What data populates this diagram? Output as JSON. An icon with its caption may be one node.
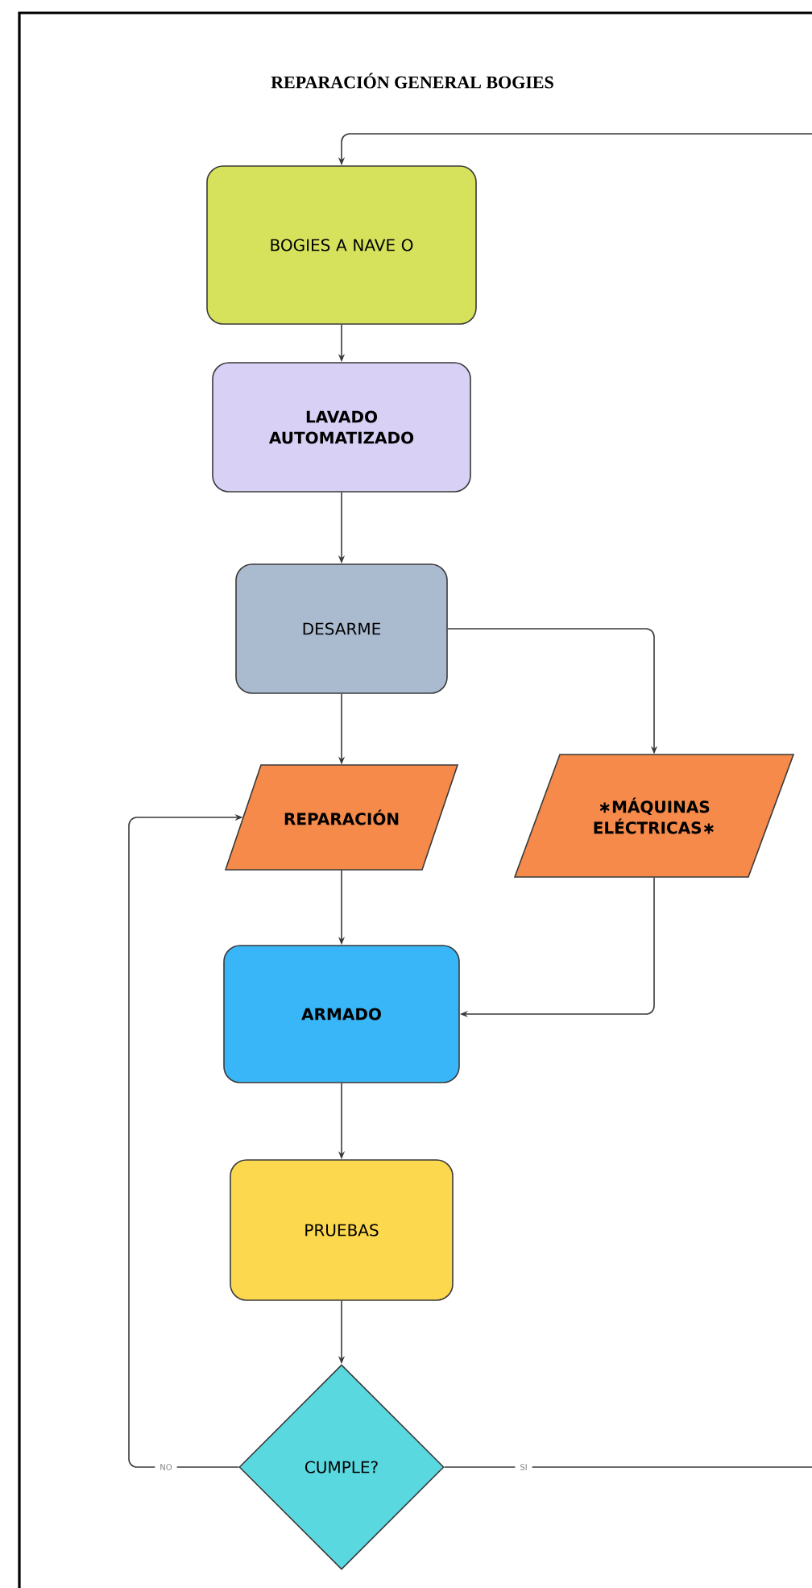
{
  "diagram": {
    "title": "REPARACIÓN GENERAL BOGIES",
    "nodes": [
      {
        "text": [
          "BOGIES A NAVE O"
        ]
      },
      {
        "text": [
          "LAVADO AUTOMATIZADO"
        ]
      },
      {
        "text": [
          "DESARME"
        ]
      },
      {
        "text": [
          "REPARACIÓN"
        ]
      },
      {
        "text": [
          "∗MÁQUINAS ELÉCTRICAS∗"
        ]
      },
      {
        "text": [
          "ARMADO"
        ]
      },
      {
        "text": [
          "PRUEBAS"
        ]
      },
      {
        "text": [
          "CUMPLE?"
        ]
      }
    ],
    "edges": [
      {
        "from": 0,
        "to": 1,
        "arrow": "to"
      },
      {
        "from": 1,
        "to": 2,
        "arrow": "to"
      },
      {
        "from": 2,
        "to": 3,
        "arrow": "to"
      },
      {
        "from": 2,
        "to": 4,
        "arrow": "to"
      },
      {
        "from": 3,
        "to": 5,
        "arrow": "to"
      },
      {
        "from": 4,
        "to": 5,
        "arrow": "to"
      },
      {
        "from": 5,
        "to": 6,
        "arrow": "to"
      },
      {
        "from": 6,
        "to": 7,
        "arrow": "to"
      },
      {
        "from": 7,
        "to": 3,
        "arrow": "to",
        "label": "NO"
      },
      {
        "from": 7,
        "to": 0,
        "arrow": "to",
        "label": "SI"
      }
    ]
  }
}
